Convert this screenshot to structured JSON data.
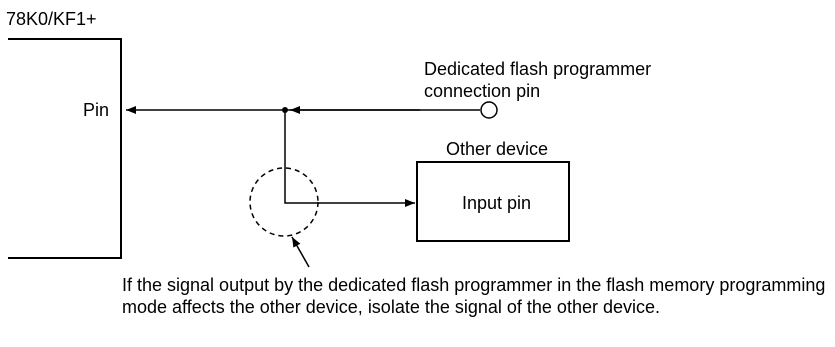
{
  "labels": {
    "device_name": "78K0/KF1+",
    "pin": "Pin",
    "programmer_pin_line1": "Dedicated flash programmer",
    "programmer_pin_line2": "connection pin",
    "other_device": "Other device",
    "input_pin": "Input pin"
  },
  "note": "If the signal output by the dedicated flash programmer in the flash memory programming mode affects the other device, isolate the signal of the other device."
}
